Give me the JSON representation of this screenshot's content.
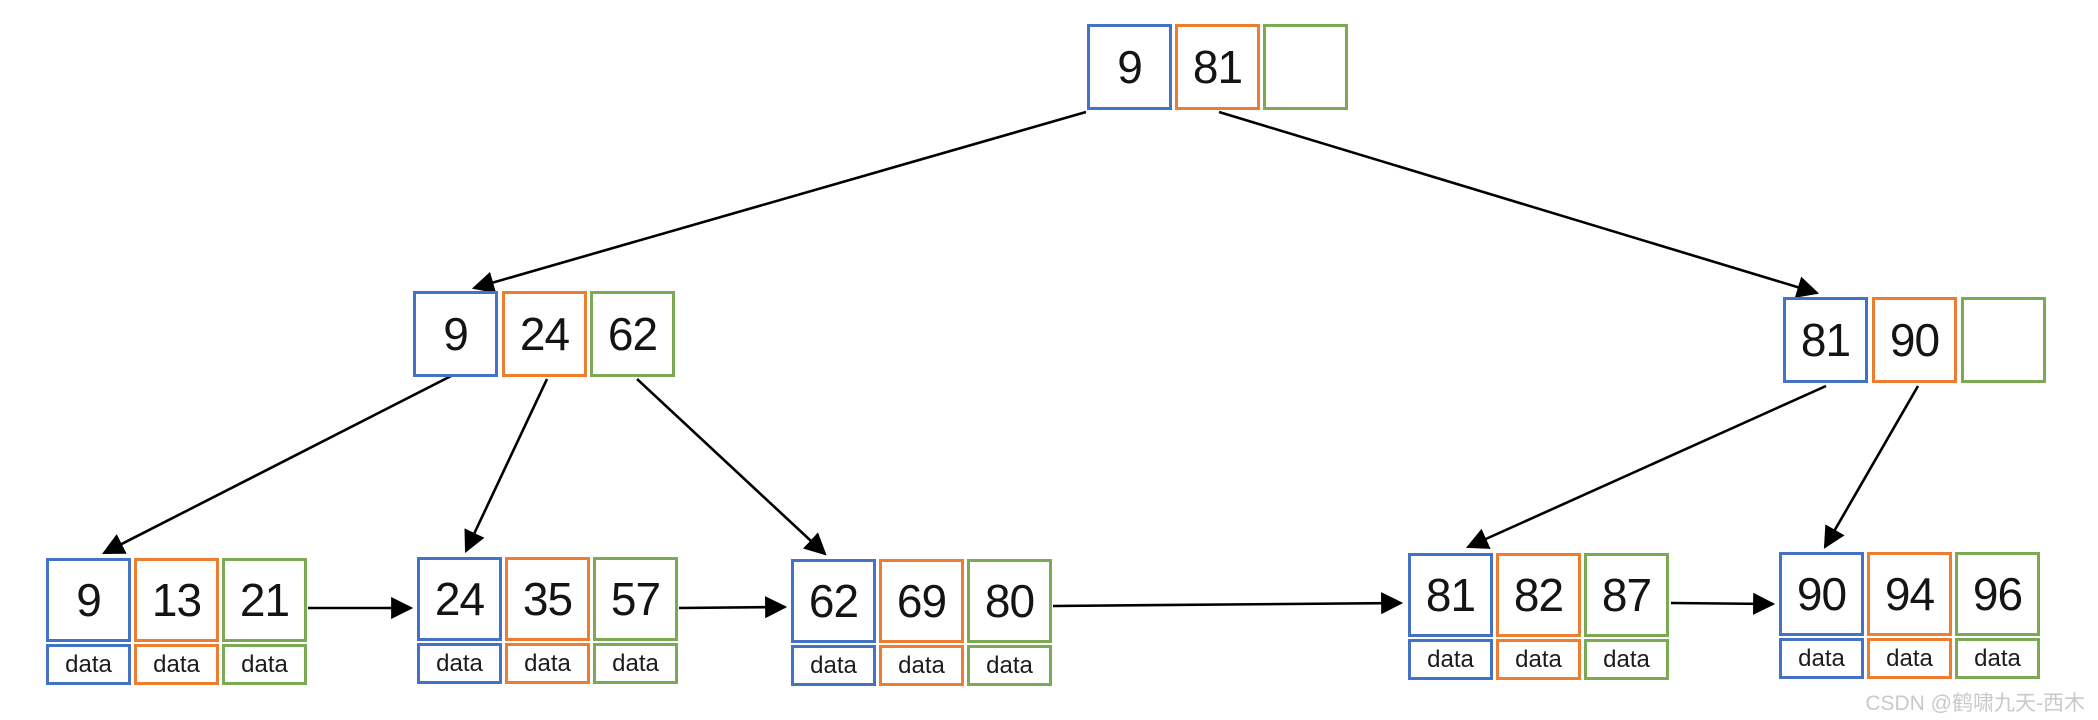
{
  "diagram": {
    "kind": "b-plus-tree",
    "levels": 3
  },
  "nodes": {
    "root": {
      "cells": [
        "9",
        "81",
        ""
      ]
    },
    "internalLeft": {
      "cells": [
        "9",
        "24",
        "62"
      ]
    },
    "internalRight": {
      "cells": [
        "81",
        "90",
        ""
      ]
    },
    "leaf1": {
      "cells": [
        "9",
        "13",
        "21"
      ],
      "data": [
        "data",
        "data",
        "data"
      ]
    },
    "leaf2": {
      "cells": [
        "24",
        "35",
        "57"
      ],
      "data": [
        "data",
        "data",
        "data"
      ]
    },
    "leaf3": {
      "cells": [
        "62",
        "69",
        "80"
      ],
      "data": [
        "data",
        "data",
        "data"
      ]
    },
    "leaf4": {
      "cells": [
        "81",
        "82",
        "87"
      ],
      "data": [
        "data",
        "data",
        "data"
      ]
    },
    "leaf5": {
      "cells": [
        "90",
        "94",
        "96"
      ],
      "data": [
        "data",
        "data",
        "data"
      ]
    }
  },
  "edges": [
    {
      "from": "root",
      "to": "internalLeft",
      "type": "child"
    },
    {
      "from": "root",
      "to": "internalRight",
      "type": "child"
    },
    {
      "from": "internalLeft",
      "to": "leaf1",
      "type": "child"
    },
    {
      "from": "internalLeft",
      "to": "leaf2",
      "type": "child"
    },
    {
      "from": "internalLeft",
      "to": "leaf3",
      "type": "child"
    },
    {
      "from": "internalRight",
      "to": "leaf4",
      "type": "child"
    },
    {
      "from": "internalRight",
      "to": "leaf5",
      "type": "child"
    },
    {
      "from": "leaf1",
      "to": "leaf2",
      "type": "sibling"
    },
    {
      "from": "leaf2",
      "to": "leaf3",
      "type": "sibling"
    },
    {
      "from": "leaf3",
      "to": "leaf4",
      "type": "sibling"
    },
    {
      "from": "leaf4",
      "to": "leaf5",
      "type": "sibling"
    }
  ],
  "colors": {
    "cell_border_1": "#4472C4",
    "cell_border_2": "#ED7D31",
    "cell_border_3": "#7CA953",
    "arrow": "#000000",
    "watermark_text": "#C7CACD"
  },
  "watermark": "CSDN @鹤啸九天-西木"
}
